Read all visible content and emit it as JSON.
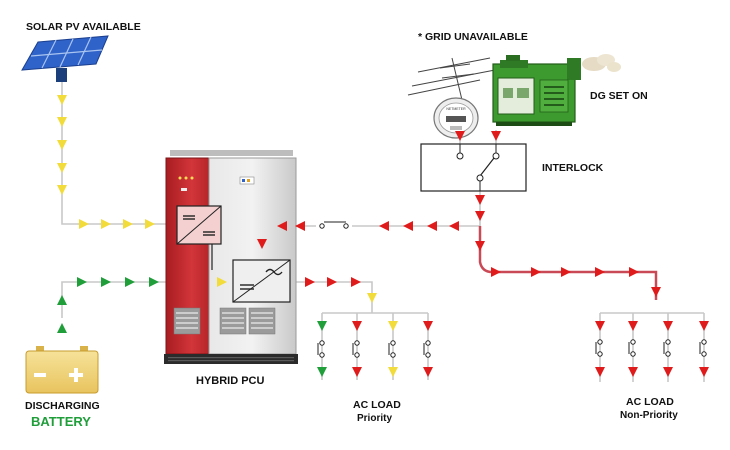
{
  "labels": {
    "solar": "SOLAR PV AVAILABLE",
    "grid": "* GRID UNAVAILABLE",
    "dg": "DG SET ON",
    "interlock": "INTERLOCK",
    "pcu": "HYBRID PCU",
    "discharging": "DISCHARGING",
    "battery": "BATTERY",
    "ac_load_1": "AC  LOAD",
    "priority": "Priority",
    "ac_load_2": "AC  LOAD",
    "non_priority": "Non-Priority",
    "meter": "NETMETER"
  },
  "colors": {
    "solar_flow": "#f2dc3c",
    "battery_flow": "#1f9e3a",
    "power_flow": "#e01b1b",
    "dg_body": "#3c9a2e",
    "pcu_red": "#c9262a",
    "pcu_grey": "#d4d4d4",
    "battery_body": "#f0d27a"
  },
  "icons": {
    "solar": "solar-panel-icon",
    "tower": "power-tower-icon",
    "meter": "energy-meter-icon",
    "generator": "diesel-generator-icon",
    "battery": "battery-icon",
    "switch": "switch-icon"
  }
}
